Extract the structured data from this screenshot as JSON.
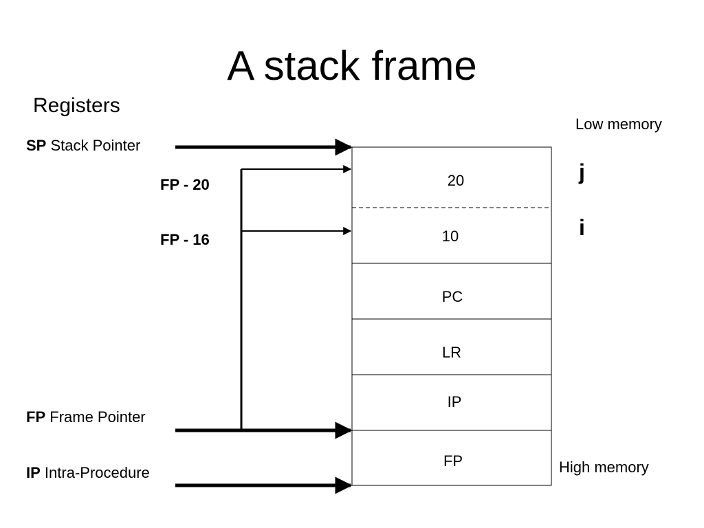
{
  "title": "A stack frame",
  "registers_heading": "Registers",
  "registers": {
    "sp": {
      "abbr": "SP",
      "name": "Stack Pointer"
    },
    "fp": {
      "abbr": "FP",
      "name": "Frame Pointer"
    },
    "ip": {
      "abbr": "IP",
      "name": "Intra-Procedure"
    }
  },
  "offsets": {
    "fp_minus_20": "FP - 20",
    "fp_minus_16": "FP - 16"
  },
  "memory_labels": {
    "low": "Low memory",
    "high": "High memory"
  },
  "variables": {
    "j": "j",
    "i": "i"
  },
  "stack_cells": [
    "20",
    "10",
    "PC",
    "LR",
    "IP",
    "FP"
  ]
}
